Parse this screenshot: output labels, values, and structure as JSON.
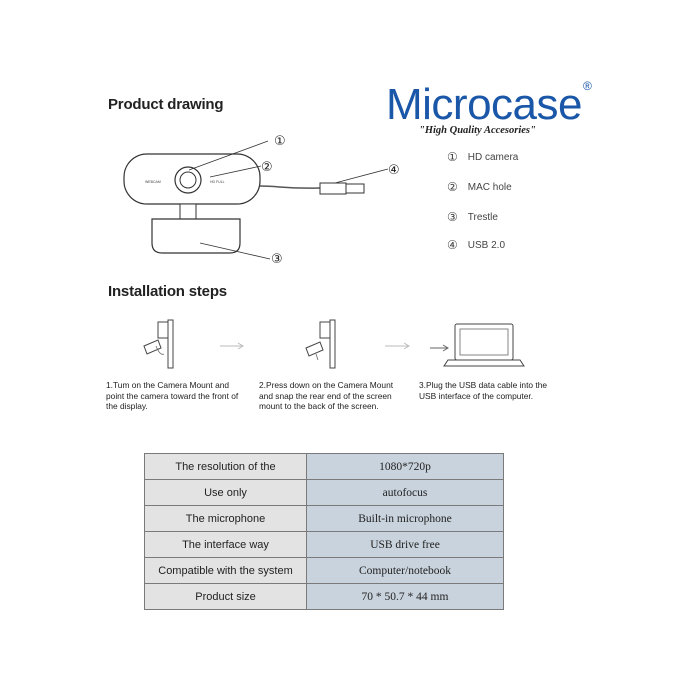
{
  "brand": {
    "name": "Microcase",
    "reg": "®",
    "tagline": "\"High Quality Accesories\""
  },
  "drawing": {
    "title": "Product drawing",
    "callouts": [
      "①",
      "②",
      "③",
      "④"
    ],
    "legend": [
      {
        "num": "①",
        "label": "HD camera"
      },
      {
        "num": "②",
        "label": "MAC hole"
      },
      {
        "num": "③",
        "label": "Trestle"
      },
      {
        "num": "④",
        "label": "USB 2.0"
      }
    ]
  },
  "install": {
    "title": "Installation steps",
    "steps": [
      "1.Tum on the Camera Mount and point the camera toward the front of the display.",
      "2.Press down on the Camera Mount and snap the rear end of the screen mount to the back of the screen.",
      "3.Plug the USB data cable into the USB interface of the computer."
    ]
  },
  "specs": [
    {
      "key": "The resolution of the",
      "value": "1080*720p"
    },
    {
      "key": "Use only",
      "value": "autofocus"
    },
    {
      "key": "The microphone",
      "value": "Built-in microphone"
    },
    {
      "key": "The interface way",
      "value": "USB drive free"
    },
    {
      "key": "Compatible with the system",
      "value": "Computer/notebook"
    },
    {
      "key": "Product size",
      "value": "70 * 50.7 * 44 mm"
    }
  ]
}
